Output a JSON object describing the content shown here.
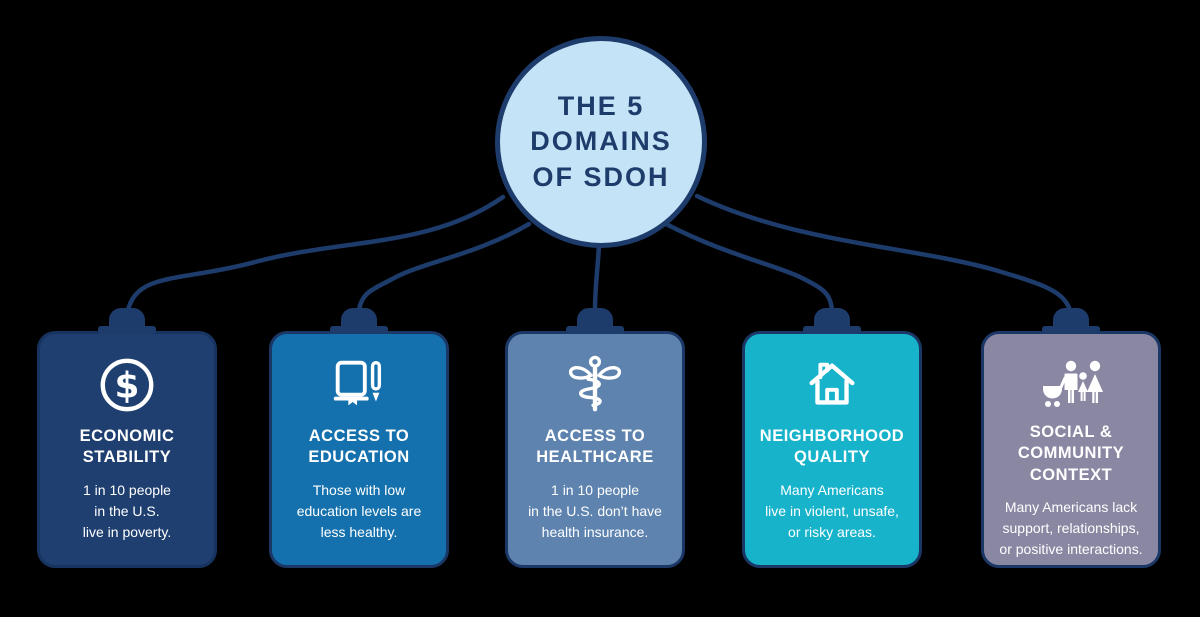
{
  "infographic": {
    "hub": {
      "title": "THE 5\nDOMAINS\nOF SDOH"
    },
    "cards": [
      {
        "key": "economic-stability",
        "icon": "dollar-sign-icon",
        "title": "ECONOMIC\nSTABILITY",
        "body": "1 in 10 people\nin the U.S.\nlive in poverty.",
        "color": "#1f3f70",
        "border": "#17335f"
      },
      {
        "key": "access-to-education",
        "icon": "book-and-pencil-icon",
        "title": "ACCESS TO\nEDUCATION",
        "body": "Those with low\neducation levels are\nless healthy.",
        "color": "#1571ad",
        "border": "#1b3766"
      },
      {
        "key": "access-to-healthcare",
        "icon": "caduceus-icon",
        "title": "ACCESS TO\nHEALTHCARE",
        "body": "1 in 10 people\nin the U.S. don’t have\nhealth insurance.",
        "color": "#5d83ae",
        "border": "#1b3766"
      },
      {
        "key": "neighborhood-quality",
        "icon": "house-icon",
        "title": "NEIGHBORHOOD\nQUALITY",
        "body": "Many Americans\nlive in violent, unsafe,\nor risky areas.",
        "color": "#16b3cb",
        "border": "#1b3766"
      },
      {
        "key": "social-community-context",
        "icon": "family-icon",
        "title": "SOCIAL &\nCOMMUNITY\nCONTEXT",
        "body": "Many Americans lack\nsupport, relationships,\nor positive interactions.",
        "color": "#8a87a3",
        "border": "#1b3766"
      }
    ],
    "colors": {
      "background": "#000000",
      "navy": "#1e3c6b",
      "hub_fill": "#c5e3f6",
      "text_light": "#ffffff"
    }
  }
}
